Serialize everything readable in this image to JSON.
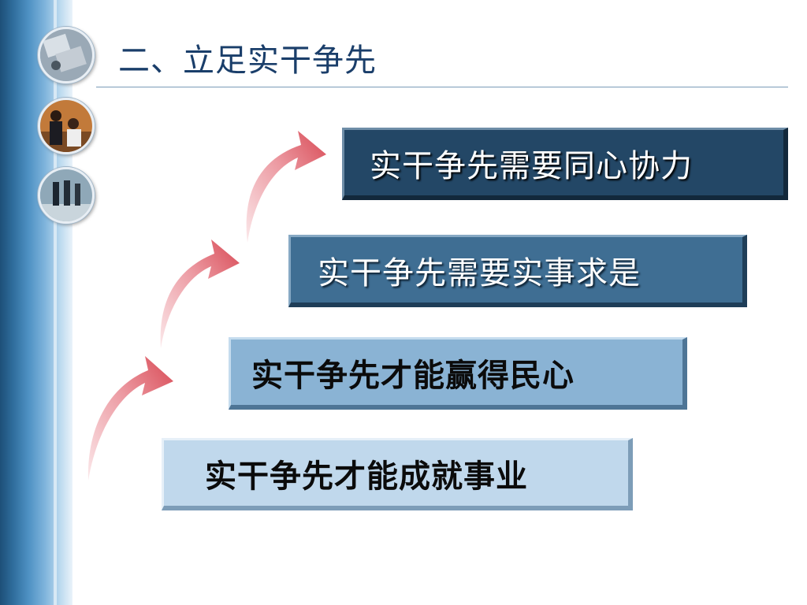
{
  "title": "二、立足实干争先",
  "steps": [
    "实干争先需要同心协力",
    "实干争先需要实事求是",
    "实干争先才能赢得民心",
    "实干争先才能成就事业"
  ],
  "colors": {
    "title": "#1a3e6a",
    "box_dark": "#234766",
    "box_mid": "#3f6e93",
    "box_light": "#8ab3d4",
    "box_pale": "#c0d8ec",
    "arrow": "#d84a55"
  }
}
